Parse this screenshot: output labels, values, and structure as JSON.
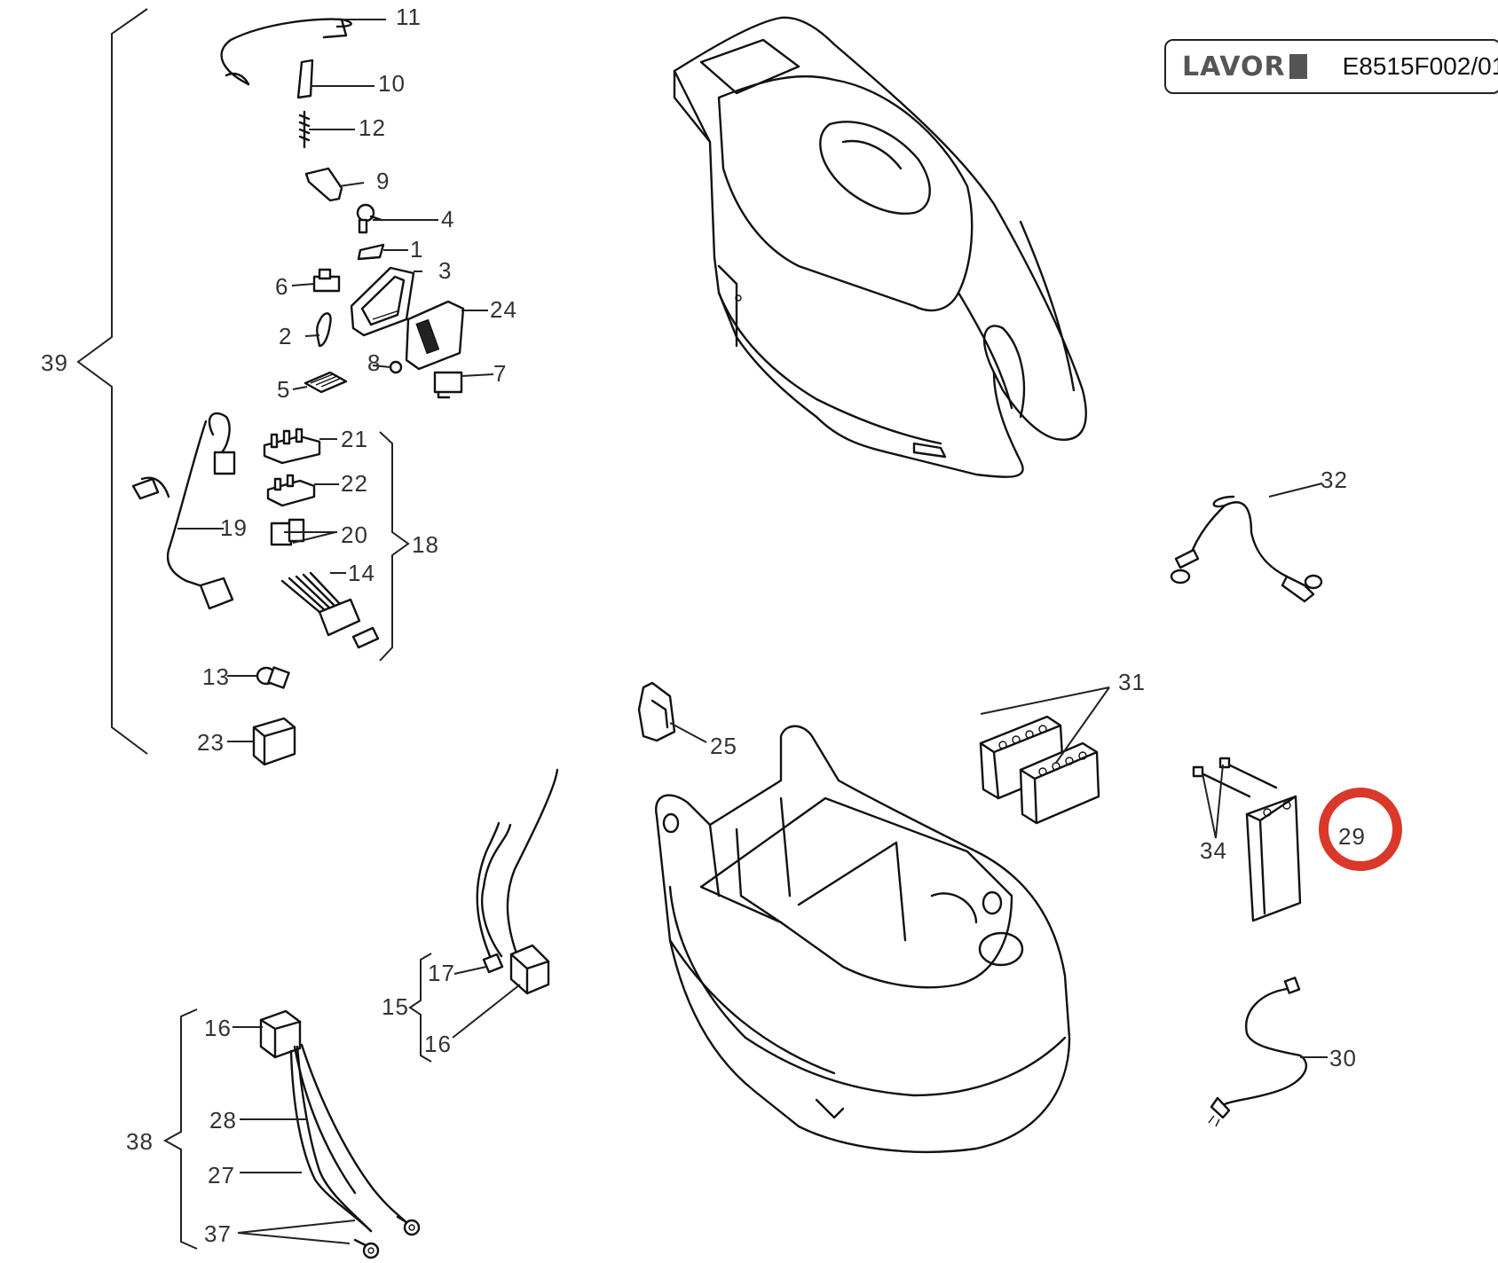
{
  "title_block": {
    "brand": "LAVOR",
    "drawing_code": "E8515F002/01"
  },
  "callouts": {
    "c1": "1",
    "c2": "2",
    "c3": "3",
    "c4": "4",
    "c5": "5",
    "c6": "6",
    "c7": "7",
    "c8": "8",
    "c9": "9",
    "c10": "10",
    "c11": "11",
    "c12": "12",
    "c13": "13",
    "c14": "14",
    "c15": "15",
    "c16a": "16",
    "c16b": "16",
    "c17": "17",
    "c18": "18",
    "c19": "19",
    "c20": "20",
    "c21": "21",
    "c22": "22",
    "c23": "23",
    "c24": "24",
    "c25": "25",
    "c27": "27",
    "c28": "28",
    "c29": "29",
    "c30": "30",
    "c31": "31",
    "c32": "32",
    "c34": "34",
    "c37": "37",
    "c38": "38",
    "c39": "39"
  },
  "highlight": {
    "target": "29",
    "color": "#d9382a"
  },
  "colors": {
    "line": "#111111",
    "label": "#333333",
    "highlight": "#d9382a"
  }
}
